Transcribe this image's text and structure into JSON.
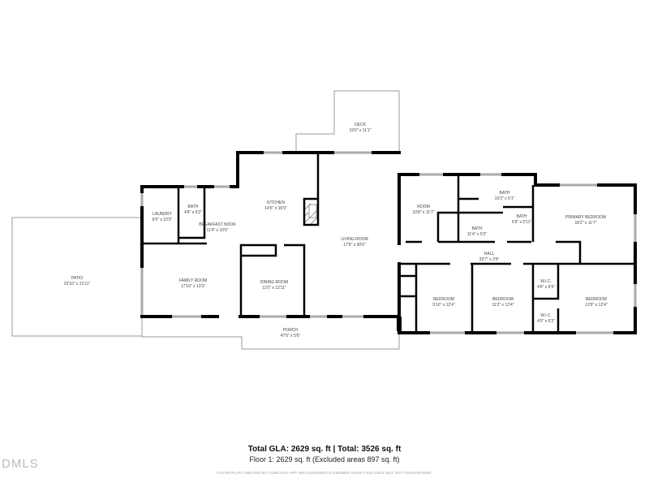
{
  "rooms": {
    "deck": {
      "name": "DECK",
      "dim": "19'0\" x 11'1\""
    },
    "kitchen": {
      "name": "KITCHEN",
      "dim": "14'5\" x 16'9\""
    },
    "laundry": {
      "name": "LAUNDRY",
      "dim": "6'0\" x 10'2\""
    },
    "bath1": {
      "name": "BATH",
      "dim": "4'8\" x 6'2\""
    },
    "nook": {
      "name": "BREAKFAST NOOK",
      "dim": "11'4\" x 10'6\""
    },
    "living": {
      "name": "LIVING ROOM",
      "dim": "17'8\" x 30'0\""
    },
    "patio": {
      "name": "PATIO",
      "dim": "23'10\" x 21'11\""
    },
    "family": {
      "name": "FAMILY ROOM",
      "dim": "17'10\" x 13'3\""
    },
    "dining": {
      "name": "DINING ROOM",
      "dim": "11'0\" x 12'11\""
    },
    "porch": {
      "name": "PORCH",
      "dim": "47'5\" x 5'6\""
    },
    "room": {
      "name": "ROOM",
      "dim": "10'8\" x 11'7\""
    },
    "bath2": {
      "name": "BATH",
      "dim": "10'2\" x 6'1\""
    },
    "bath3": {
      "name": "BATH",
      "dim": "11'4\" x 5'2\""
    },
    "bath4": {
      "name": "BATH",
      "dim": "5'9\" x 5'11\""
    },
    "primary": {
      "name": "PRIMARY BEDROOM",
      "dim": "18'2\" x 11'7\""
    },
    "hall": {
      "name": "HALL",
      "dim": "33'7\" x 3'9\""
    },
    "bed1": {
      "name": "BEDROOM",
      "dim": "9'10\" x 12'4\""
    },
    "bed2": {
      "name": "BEDROOM",
      "dim": "11'3\" x 12'4\""
    },
    "wic1": {
      "name": "W.I.C.",
      "dim": "4'0\" x 5'9\""
    },
    "wic2": {
      "name": "W.I.C.",
      "dim": "4'0\" x 6'3\""
    },
    "bed3": {
      "name": "BEDROOM",
      "dim": "13'9\" x 12'4\""
    }
  },
  "footer": {
    "total": "Total GLA: 2629 sq. ft | Total: 3526 sq. ft",
    "floor": "Floor 1: 2629 sq. ft (Excluded areas 897 sq. ft)",
    "disclaimer": "FLOOR PLAN CREATED BY CUBICASA APP. MEASUREMENTS DEEMED HIGHLY RELIABLE BUT NOT GUARANTEED.",
    "logo": "DMLS"
  }
}
